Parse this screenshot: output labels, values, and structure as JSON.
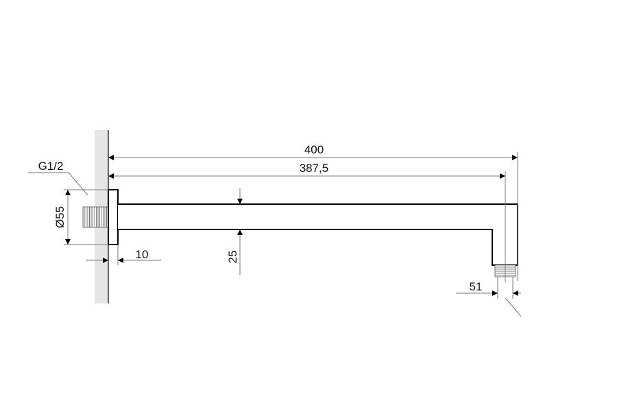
{
  "drawing": {
    "labels": {
      "overall_length": "400",
      "arm_length": "387,5",
      "thread": "G1/2",
      "flange_diameter": "Ø55",
      "flange_thickness": "10",
      "arm_height": "25",
      "outlet_thread_width": "51"
    },
    "colors": {
      "wall": "#e6e6e6",
      "line": "#000000",
      "dimension": "#7a7a7a"
    }
  }
}
